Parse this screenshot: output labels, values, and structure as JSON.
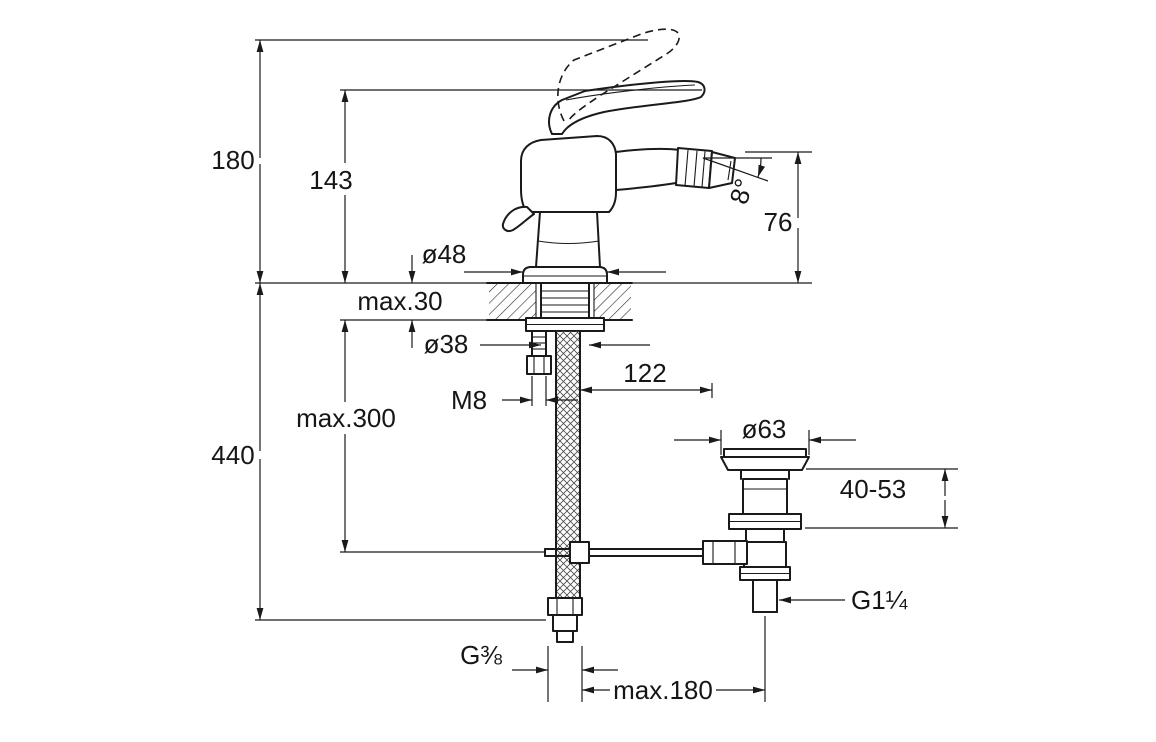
{
  "drawing": {
    "labels": {
      "height_overall": "180",
      "height_to_handle": "143",
      "spout_height": "76",
      "spout_angle": "8°",
      "base_diameter": "ø48",
      "max_deck_thickness": "max.30",
      "hole_diameter": "ø38",
      "fixing_stud": "M8",
      "spout_reach": "122",
      "max_hose_length": "max.300",
      "total_depth": "440",
      "waste_flange_diameter": "ø63",
      "waste_height_range": "40-53",
      "waste_thread": "G1¼",
      "hose_thread": "G⅜",
      "max_waste_offset": "max.180"
    }
  }
}
